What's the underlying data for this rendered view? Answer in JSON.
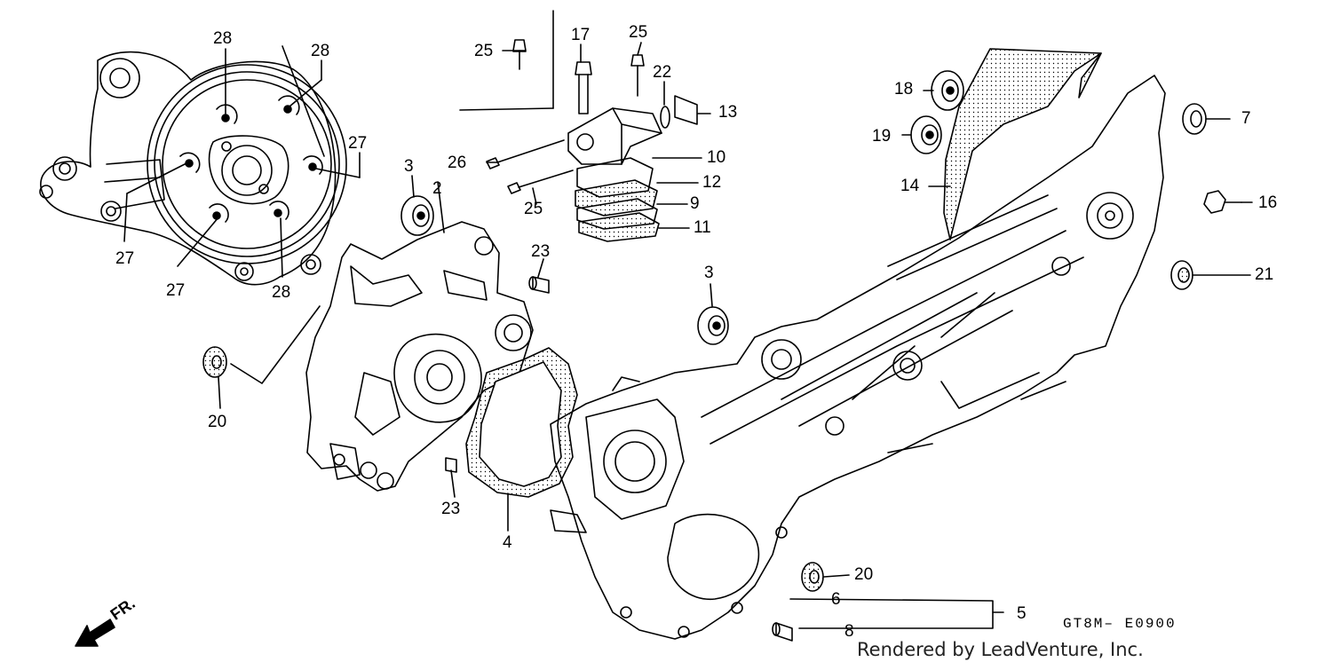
{
  "diagram": {
    "callouts": [
      {
        "id": "c1",
        "text": "28"
      },
      {
        "id": "c2",
        "text": "28"
      },
      {
        "id": "c3",
        "text": "27"
      },
      {
        "id": "c4",
        "text": "27"
      },
      {
        "id": "c5",
        "text": "27"
      },
      {
        "id": "c6",
        "text": "28"
      },
      {
        "id": "c7",
        "text": "25"
      },
      {
        "id": "c8",
        "text": "17"
      },
      {
        "id": "c9",
        "text": "25"
      },
      {
        "id": "c10",
        "text": "22"
      },
      {
        "id": "c11",
        "text": "13"
      },
      {
        "id": "c12",
        "text": "26"
      },
      {
        "id": "c13",
        "text": "10"
      },
      {
        "id": "c14",
        "text": "12"
      },
      {
        "id": "c15",
        "text": "25"
      },
      {
        "id": "c16",
        "text": "9"
      },
      {
        "id": "c17",
        "text": "11"
      },
      {
        "id": "c18",
        "text": "3"
      },
      {
        "id": "c19",
        "text": "2"
      },
      {
        "id": "c20",
        "text": "23"
      },
      {
        "id": "c21",
        "text": "20"
      },
      {
        "id": "c22",
        "text": "23"
      },
      {
        "id": "c23",
        "text": "4"
      },
      {
        "id": "c24",
        "text": "3"
      },
      {
        "id": "c25",
        "text": "18"
      },
      {
        "id": "c26",
        "text": "19"
      },
      {
        "id": "c27",
        "text": "14"
      },
      {
        "id": "c28",
        "text": "7"
      },
      {
        "id": "c29",
        "text": "16"
      },
      {
        "id": "c30",
        "text": "21"
      },
      {
        "id": "c31",
        "text": "20"
      },
      {
        "id": "c32",
        "text": "6"
      },
      {
        "id": "c33",
        "text": "5"
      },
      {
        "id": "c34",
        "text": "8"
      }
    ],
    "direction_label": "FR.",
    "drawing_code": "GT8M– E0900",
    "credit": "Rendered by LeadVenture, Inc."
  }
}
